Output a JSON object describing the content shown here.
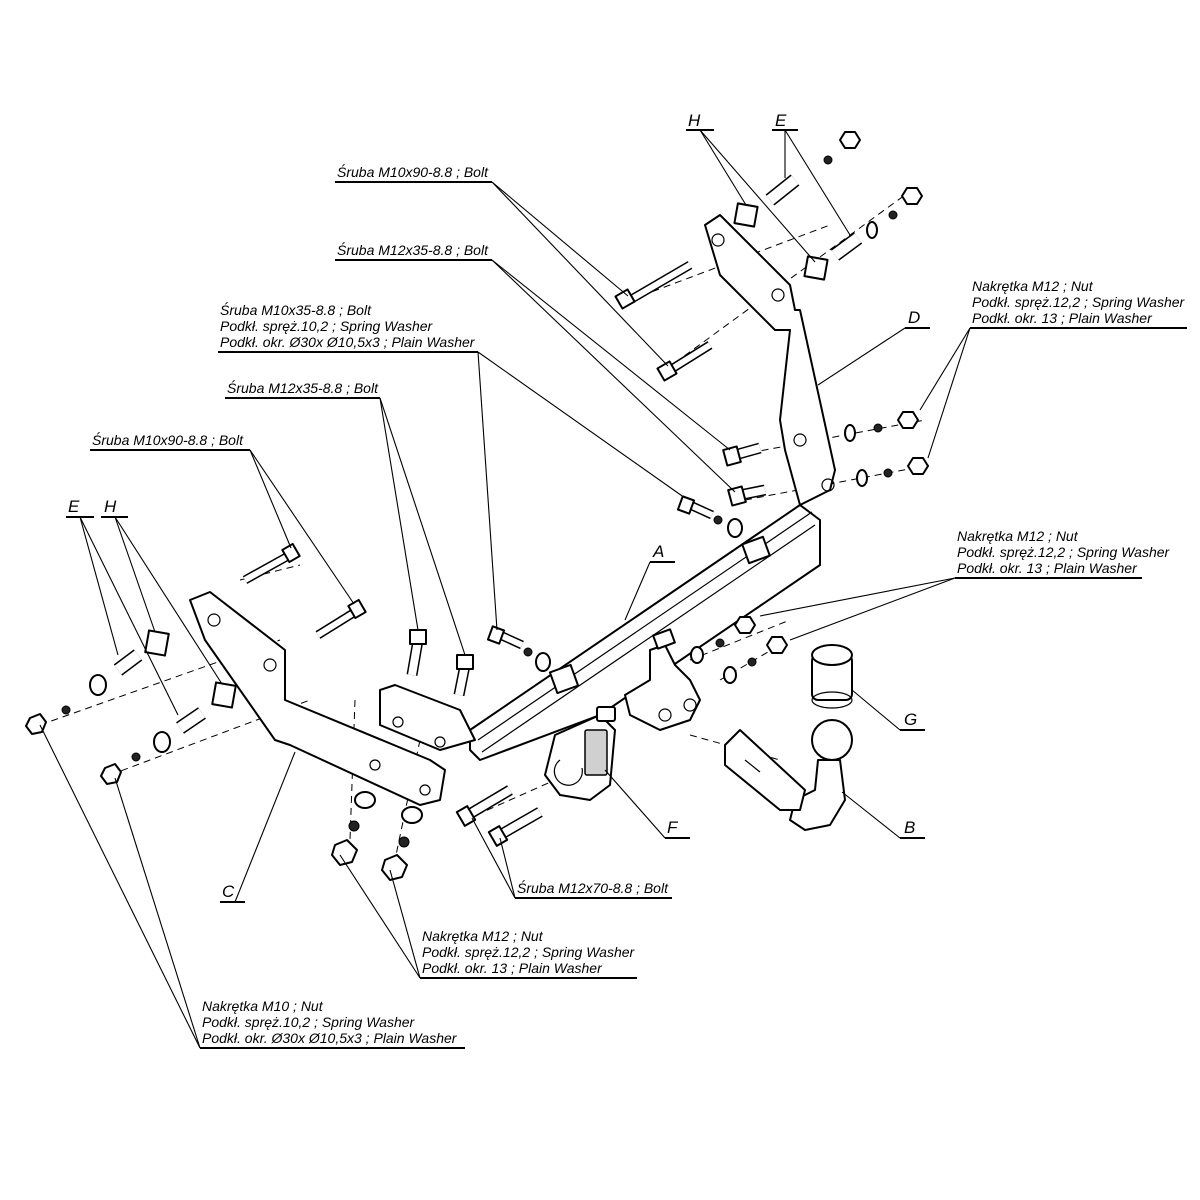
{
  "part_letters": {
    "A": "A",
    "B": "B",
    "C": "C",
    "D": "D",
    "E": "E",
    "F": "F",
    "G": "G",
    "H": "H"
  },
  "callouts": {
    "bolt_m10x90_top": "Śruba M10x90-8.8 ;  Bolt",
    "bolt_m12x35_top": "Śruba M12x35-8.8 ;  Bolt",
    "bolt_m10x35": [
      "Śruba M10x35-8.8 ;  Bolt",
      "Podkł. spręż.10,2 ; Spring Washer",
      "Podkł. okr. Ø30x Ø10,5x3 ; Plain Washer"
    ],
    "bolt_m12x35_mid": "Śruba M12x35-8.8 ;  Bolt",
    "bolt_m10x90_left": "Śruba M10x90-8.8 ;  Bolt",
    "nut_m12_right_top": [
      "Nakrętka  M12 ; Nut",
      "Podkł. spręż.12,2 ; Spring Washer",
      "Podkł. okr. 13 ; Plain Washer"
    ],
    "nut_m12_right_mid": [
      "Nakrętka  M12 ; Nut",
      "Podkł. spręż.12,2 ; Spring Washer",
      "Podkł. okr. 13 ; Plain Washer"
    ],
    "bolt_m12x70": "Śruba M12x70-8.8 ;  Bolt",
    "nut_m12_bottom": [
      "Nakrętka  M12 ; Nut",
      "Podkł. spręż.12,2 ; Spring Washer",
      "Podkł. okr. 13 ; Plain Washer"
    ],
    "nut_m10_bottom": [
      "Nakrętka  M10 ; Nut",
      "Podkł. spręż.10,2 ; Spring Washer",
      "Podkł. okr. Ø30x Ø10,5x3 ; Plain Washer"
    ]
  }
}
